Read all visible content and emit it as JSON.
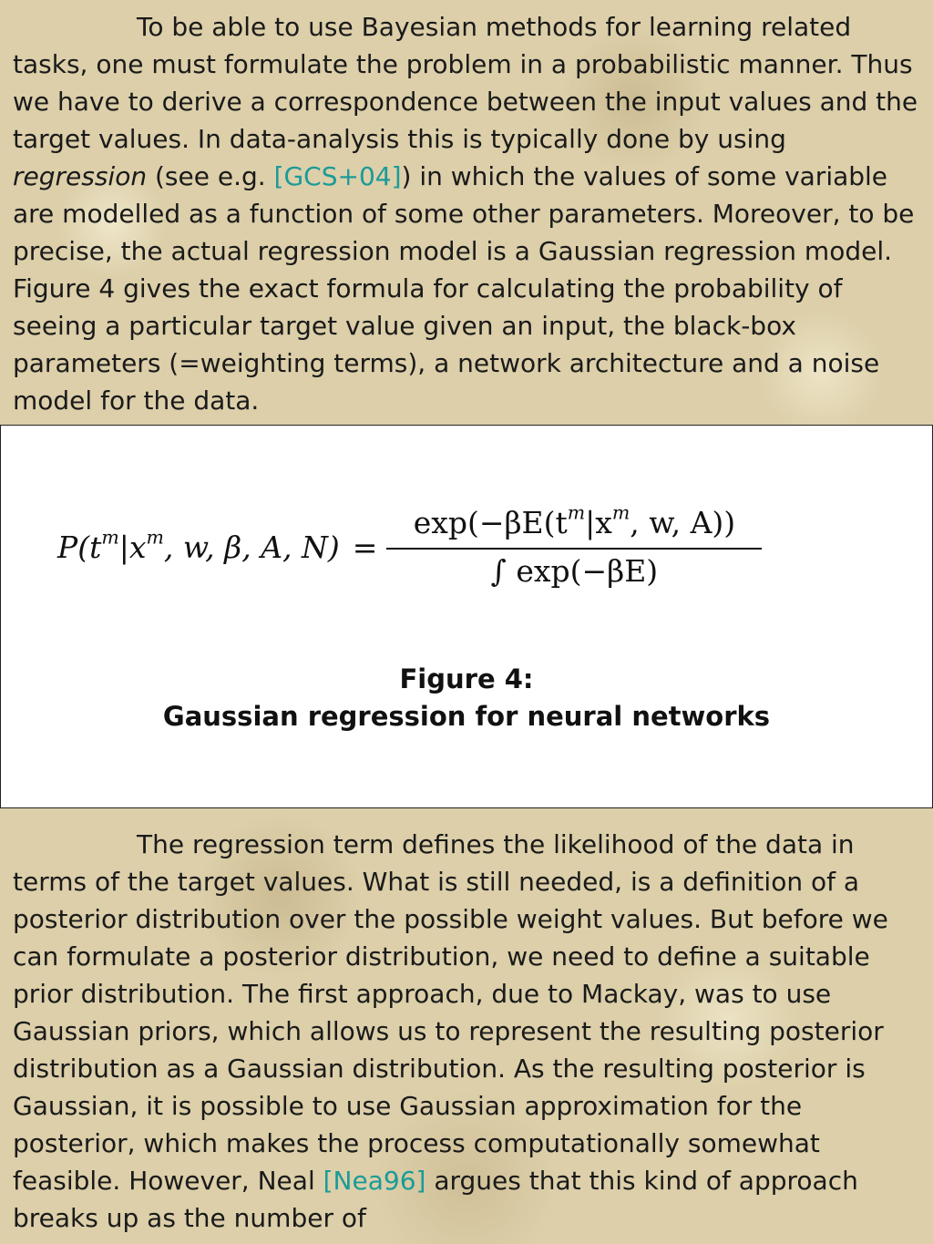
{
  "paragraph1": {
    "text_a": "To be able to use Bayesian methods for learning related tasks, one must formulate the problem in a probabilistic manner. Thus we have to derive a correspondence between the input values and the target values. In data-analysis this is typically done by using ",
    "term": "regression",
    "text_b": " (see e.g. ",
    "citation": "[GCS+04]",
    "text_c": ") in which the values of some variable are modelled as a function of some other parameters. Moreover, to be precise, the actual regression model is a Gaussian regression model. Figure 4 gives the exact formula for calculating the probability of seeing a particular target value given an input, the black-box parameters (=weighting terms), a network architecture and a noise model for the data."
  },
  "figure": {
    "formula": {
      "lhs_prefix": "P(t",
      "lhs_sup": "m",
      "lhs_mid": "|x",
      "lhs_sup2": "m",
      "lhs_params": ", w, β, A, N) ",
      "equals": "=",
      "numerator_a": "exp(−βE(t",
      "numerator_sup": "m",
      "numerator_b": "|x",
      "numerator_sup2": "m",
      "numerator_c": ", w, A))",
      "denominator": "∫ exp(−βE)"
    },
    "caption_line1": "Figure 4:",
    "caption_line2": "Gaussian regression for neural networks"
  },
  "paragraph2": {
    "text_a": "The regression term defines the likelihood of the data in terms of the target values. What is still needed, is a definition of a posterior distribution over the possible weight values. But before we can formulate a posterior distribution, we need to define a suitable prior distribution. The first approach, due to Mackay, was to use Gaussian priors, which allows us to represent the resulting posterior distribution as a Gaussian distribution. As the resulting posterior is Gaussian, it is possible to use Gaussian approximation for the posterior, which makes the process computationally somewhat feasible. However, Neal ",
    "citation": "[Nea96]",
    "text_b": " argues that this kind of approach breaks up as the number of"
  },
  "colors": {
    "citation": "#1a9b98",
    "background": "#dccfa9"
  }
}
